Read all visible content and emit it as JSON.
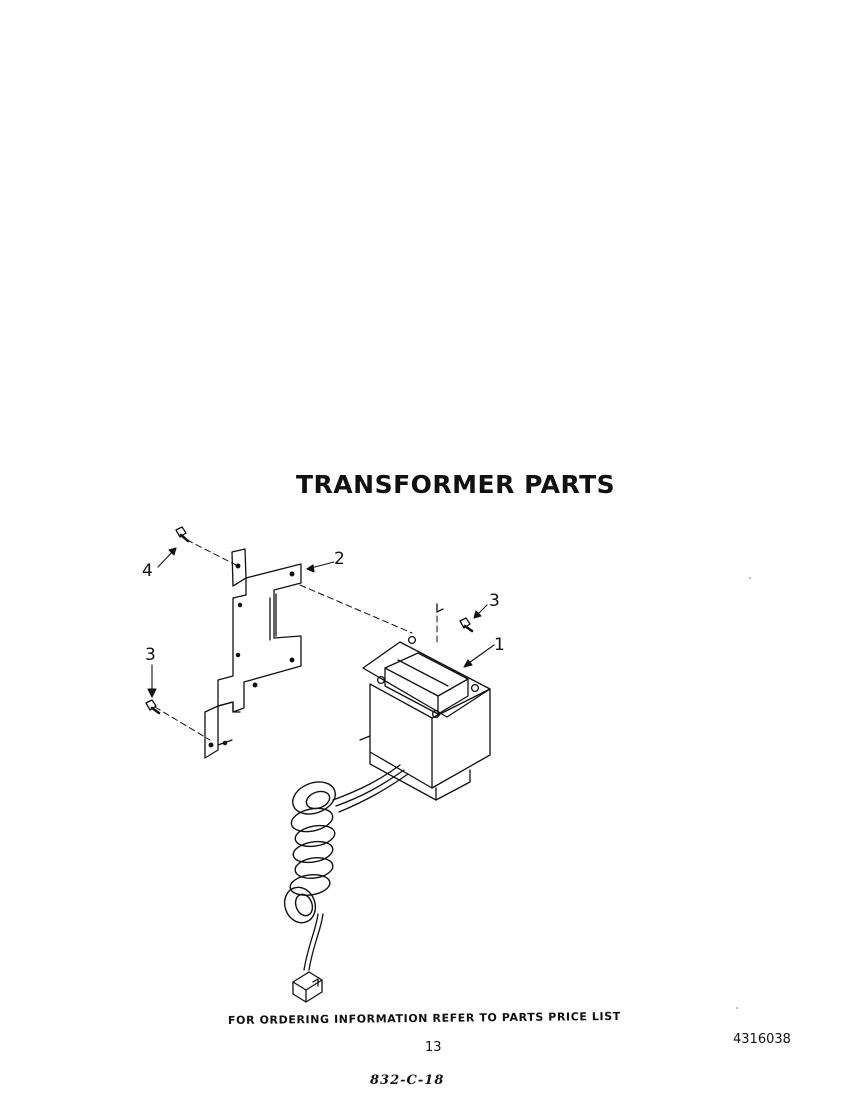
{
  "title": "TRANSFORMER PARTS",
  "callouts": {
    "transformer": "1",
    "bracket": "2",
    "screw_right": "3",
    "screw_left": "3",
    "screw_top": "4"
  },
  "footer": {
    "ordering_note": "FOR ORDERING INFORMATION REFER TO PARTS PRICE LIST",
    "page_number": "13",
    "part_number": "4316038",
    "handwritten_note": "832-C-18"
  }
}
